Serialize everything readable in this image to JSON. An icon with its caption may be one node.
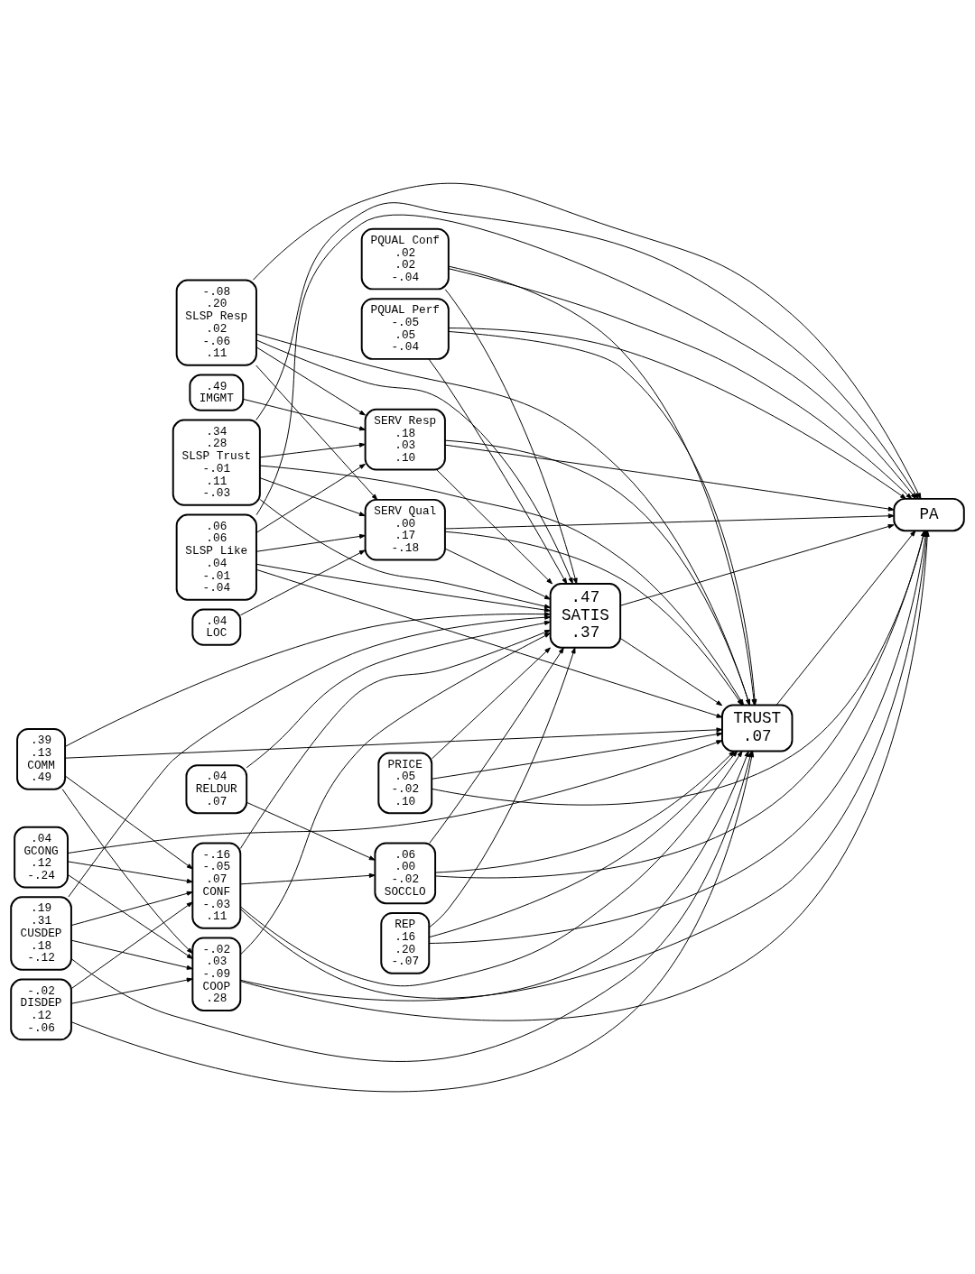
{
  "diagram": {
    "nodes": [
      {
        "text": [
          "PQUAL Conf",
          ".02",
          ".02",
          "-.04"
        ]
      },
      {
        "text": [
          "PQUAL Perf",
          "-.05",
          ".05",
          "-.04"
        ]
      },
      {
        "text": [
          ".49",
          "IMGMT"
        ]
      },
      {
        "text": [
          "-.08",
          ".20",
          "SLSP Resp",
          ".02",
          "-.06",
          ".11"
        ]
      },
      {
        "text": [
          ".34",
          ".28",
          "SLSP Trust",
          "-.01",
          ".11",
          "-.03"
        ]
      },
      {
        "text": [
          ".06",
          ".06",
          "SLSP Like",
          ".04",
          "-.01",
          "-.04"
        ]
      },
      {
        "text": [
          ".04",
          "LOC"
        ]
      },
      {
        "text": [
          "SERV Resp",
          ".18",
          ".03",
          ".10"
        ]
      },
      {
        "text": [
          "SERV Qual",
          ".00",
          ".17",
          "-.18"
        ]
      },
      {
        "text": [
          "PRICE",
          ".05",
          "-.02",
          ".10"
        ]
      },
      {
        "text": [
          "REP",
          ".16",
          ".20",
          "-.07"
        ]
      },
      {
        "text": [
          ".47",
          "SATIS",
          ".37"
        ]
      },
      {
        "text": [
          "TRUST",
          ".07"
        ]
      },
      {
        "text": [
          "PA"
        ]
      },
      {
        "text": [
          ".19",
          ".31",
          "CUSDEP",
          ".18",
          "-.12"
        ]
      },
      {
        "text": [
          "-.02",
          "DISDEP",
          ".12",
          "-.06"
        ]
      },
      {
        "text": [
          ".04",
          "GCONG",
          ".12",
          "-.24"
        ]
      },
      {
        "text": [
          ".39",
          ".13",
          "COMM",
          ".49"
        ]
      },
      {
        "text": [
          "-.16",
          "-.05",
          ".07",
          "CONF",
          "-.03",
          ".11"
        ]
      },
      {
        "text": [
          "-.02",
          ".03",
          "-.09",
          "COOP",
          ".28"
        ]
      },
      {
        "text": [
          ".04",
          "RELDUR",
          ".07"
        ]
      },
      {
        "text": [
          ".06",
          ".00",
          "-.02",
          "SOCCLO"
        ]
      }
    ],
    "edges": [
      {
        "from": 0,
        "to": 11,
        "arrow": "to"
      },
      {
        "from": 0,
        "to": 12,
        "arrow": "to"
      },
      {
        "from": 0,
        "to": 13,
        "arrow": "to"
      },
      {
        "from": 1,
        "to": 11,
        "arrow": "to"
      },
      {
        "from": 1,
        "to": 12,
        "arrow": "to"
      },
      {
        "from": 1,
        "to": 13,
        "arrow": "to"
      },
      {
        "from": 3,
        "to": 11,
        "arrow": "to"
      },
      {
        "from": 3,
        "to": 12,
        "arrow": "to"
      },
      {
        "from": 3,
        "to": 13,
        "arrow": "to"
      },
      {
        "from": 4,
        "to": 11,
        "arrow": "to"
      },
      {
        "from": 4,
        "to": 12,
        "arrow": "to"
      },
      {
        "from": 4,
        "to": 13,
        "arrow": "to"
      },
      {
        "from": 5,
        "to": 11,
        "arrow": "to"
      },
      {
        "from": 5,
        "to": 12,
        "arrow": "to"
      },
      {
        "from": 5,
        "to": 13,
        "arrow": "to"
      },
      {
        "from": 7,
        "to": 11,
        "arrow": "to"
      },
      {
        "from": 7,
        "to": 12,
        "arrow": "to"
      },
      {
        "from": 7,
        "to": 13,
        "arrow": "to"
      },
      {
        "from": 8,
        "to": 11,
        "arrow": "to"
      },
      {
        "from": 8,
        "to": 12,
        "arrow": "to"
      },
      {
        "from": 8,
        "to": 13,
        "arrow": "to"
      },
      {
        "from": 9,
        "to": 11,
        "arrow": "to"
      },
      {
        "from": 9,
        "to": 12,
        "arrow": "to"
      },
      {
        "from": 9,
        "to": 13,
        "arrow": "to"
      },
      {
        "from": 10,
        "to": 11,
        "arrow": "to"
      },
      {
        "from": 10,
        "to": 12,
        "arrow": "to"
      },
      {
        "from": 10,
        "to": 13,
        "arrow": "to"
      },
      {
        "from": 2,
        "to": 7,
        "arrow": "to"
      },
      {
        "from": 3,
        "to": 7,
        "arrow": "to"
      },
      {
        "from": 3,
        "to": 8,
        "arrow": "to"
      },
      {
        "from": 4,
        "to": 7,
        "arrow": "to"
      },
      {
        "from": 4,
        "to": 8,
        "arrow": "to"
      },
      {
        "from": 5,
        "to": 7,
        "arrow": "to"
      },
      {
        "from": 5,
        "to": 8,
        "arrow": "to"
      },
      {
        "from": 6,
        "to": 8,
        "arrow": "to"
      },
      {
        "from": 11,
        "to": 12,
        "arrow": "to"
      },
      {
        "from": 12,
        "to": 13,
        "arrow": "to"
      },
      {
        "from": 11,
        "to": 13,
        "arrow": "to"
      },
      {
        "from": 14,
        "to": 11,
        "arrow": "to"
      },
      {
        "from": 14,
        "to": 12,
        "arrow": "to"
      },
      {
        "from": 15,
        "to": 12,
        "arrow": "to"
      },
      {
        "from": 16,
        "to": 12,
        "arrow": "to"
      },
      {
        "from": 17,
        "to": 12,
        "arrow": "to"
      },
      {
        "from": 17,
        "to": 11,
        "arrow": "to"
      },
      {
        "from": 14,
        "to": 18,
        "arrow": "to"
      },
      {
        "from": 14,
        "to": 19,
        "arrow": "to"
      },
      {
        "from": 15,
        "to": 18,
        "arrow": "to"
      },
      {
        "from": 15,
        "to": 19,
        "arrow": "to"
      },
      {
        "from": 16,
        "to": 18,
        "arrow": "to"
      },
      {
        "from": 16,
        "to": 19,
        "arrow": "to"
      },
      {
        "from": 17,
        "to": 18,
        "arrow": "to"
      },
      {
        "from": 17,
        "to": 19,
        "arrow": "to"
      },
      {
        "from": 18,
        "to": 11,
        "arrow": "to"
      },
      {
        "from": 18,
        "to": 12,
        "arrow": "to"
      },
      {
        "from": 18,
        "to": 13,
        "arrow": "to"
      },
      {
        "from": 19,
        "to": 11,
        "arrow": "to"
      },
      {
        "from": 19,
        "to": 12,
        "arrow": "to"
      },
      {
        "from": 19,
        "to": 13,
        "arrow": "to"
      },
      {
        "from": 20,
        "to": 11,
        "arrow": "to"
      },
      {
        "from": 18,
        "to": 21,
        "arrow": "to"
      },
      {
        "from": 20,
        "to": 21,
        "arrow": "to"
      },
      {
        "from": 21,
        "to": 11,
        "arrow": "to"
      },
      {
        "from": 21,
        "to": 12,
        "arrow": "to"
      },
      {
        "from": 21,
        "to": 13,
        "arrow": "to"
      }
    ]
  }
}
